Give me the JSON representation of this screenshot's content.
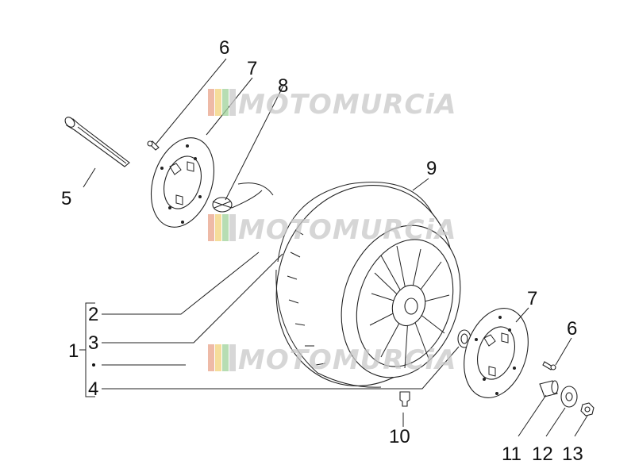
{
  "watermark": {
    "text": "MOTOMURCiA",
    "stripe_colors": [
      "#e8a38a",
      "#f2d27a",
      "#9fd19a",
      "#c9c9c9"
    ]
  },
  "callouts": {
    "c1": "1",
    "c2": "2",
    "c3": "3",
    "c4": "4",
    "c5": "5",
    "c6a": "6",
    "c6b": "6",
    "c7a": "7",
    "c7b": "7",
    "c8": "8",
    "c9": "9",
    "c10": "10",
    "c11": "11",
    "c12": "12",
    "c13": "13"
  }
}
